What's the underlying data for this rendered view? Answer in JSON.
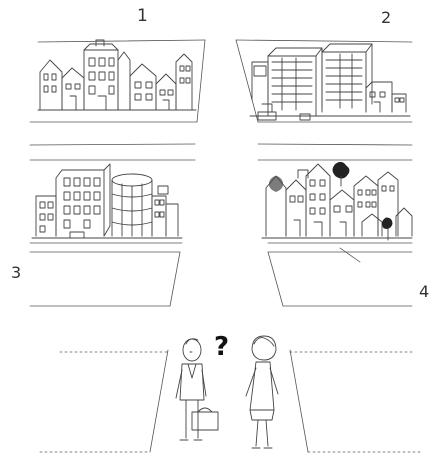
{
  "labels": {
    "quadrant_1": "1",
    "quadrant_2": "2",
    "quadrant_3": "3",
    "quadrant_4": "4",
    "question_mark": "?"
  },
  "colors": {
    "ink": "#333333",
    "background": "#ffffff"
  }
}
